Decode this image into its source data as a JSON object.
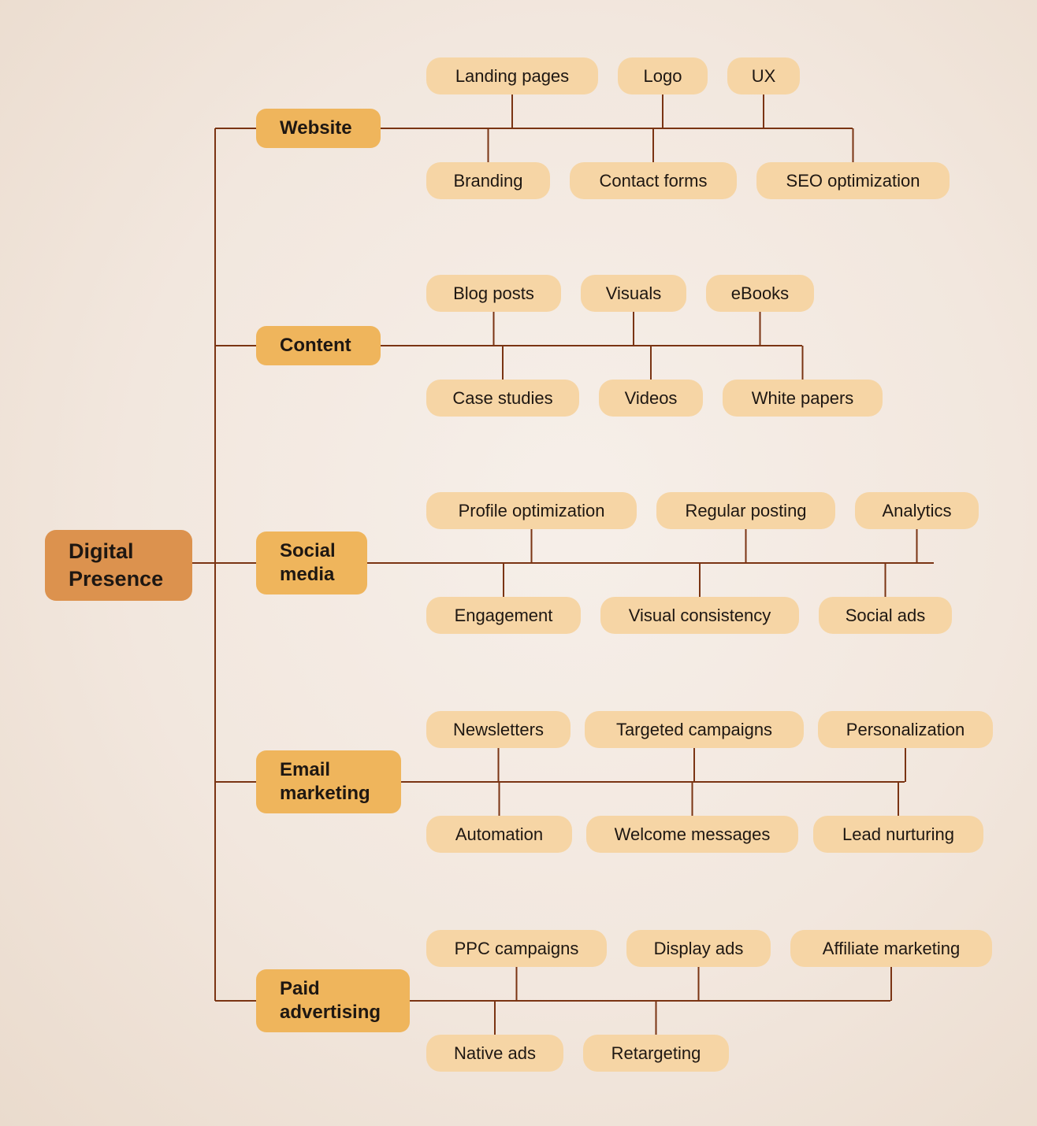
{
  "root": {
    "label_line1": "Digital",
    "label_line2": "Presence"
  },
  "categories": [
    {
      "label_line1": "Website",
      "label_line2": "",
      "top": [
        "Landing pages",
        "Logo",
        "UX"
      ],
      "bottom": [
        "Branding",
        "Contact forms",
        "SEO optimization"
      ]
    },
    {
      "label_line1": "Content",
      "label_line2": "",
      "top": [
        "Blog posts",
        "Visuals",
        "eBooks"
      ],
      "bottom": [
        "Case studies",
        "Videos",
        "White papers"
      ]
    },
    {
      "label_line1": "Social",
      "label_line2": "media",
      "top": [
        "Profile optimization",
        "Regular posting",
        "Analytics"
      ],
      "bottom": [
        "Engagement",
        "Visual consistency",
        "Social ads"
      ]
    },
    {
      "label_line1": "Email",
      "label_line2": "marketing",
      "top": [
        "Newsletters",
        "Targeted campaigns",
        "Personalization"
      ],
      "bottom": [
        "Automation",
        "Welcome messages",
        "Lead nurturing"
      ]
    },
    {
      "label_line1": "Paid",
      "label_line2": "advertising",
      "top": [
        "PPC campaigns",
        "Display ads",
        "Affiliate marketing"
      ],
      "bottom": [
        "Native ads",
        "Retargeting"
      ]
    }
  ],
  "colors": {
    "root": "#dc924e",
    "category": "#efb55c",
    "leaf": "#f6d5a5",
    "connector": "#7a3413",
    "text": "#1e1712"
  }
}
